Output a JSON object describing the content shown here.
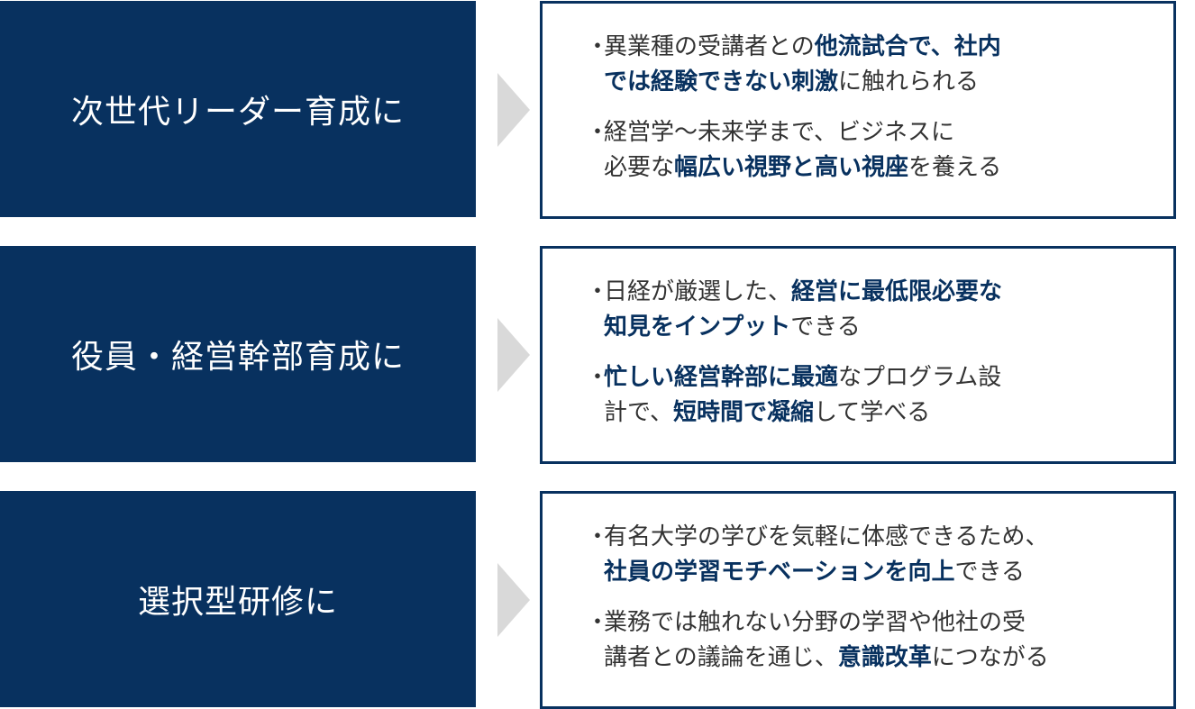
{
  "rows": [
    {
      "label": "次世代リーダー育成に",
      "bullets": [
        {
          "lines": [
            [
              {
                "t": "異業種の受講者との",
                "h": false
              },
              {
                "t": "他流試合で、社内",
                "h": true
              }
            ],
            [
              {
                "t": "では経験できない刺激",
                "h": true
              },
              {
                "t": "に触れられる",
                "h": false
              }
            ]
          ]
        },
        {
          "lines": [
            [
              {
                "t": "経営学〜未来学まで、ビジネスに",
                "h": false
              }
            ],
            [
              {
                "t": "必要な",
                "h": false
              },
              {
                "t": "幅広い視野と高い視座",
                "h": true
              },
              {
                "t": "を養える",
                "h": false
              }
            ]
          ]
        }
      ]
    },
    {
      "label": "役員・経営幹部育成に",
      "bullets": [
        {
          "lines": [
            [
              {
                "t": "日経が厳選した、",
                "h": false
              },
              {
                "t": "経営に最低限必要な",
                "h": true
              }
            ],
            [
              {
                "t": "知見をインプット",
                "h": true
              },
              {
                "t": "できる",
                "h": false
              }
            ]
          ]
        },
        {
          "lines": [
            [
              {
                "t": "忙しい経営幹部に最適",
                "h": true
              },
              {
                "t": "なプログラム設",
                "h": false
              }
            ],
            [
              {
                "t": "計で、",
                "h": false
              },
              {
                "t": "短時間で凝縮",
                "h": true
              },
              {
                "t": "して学べる",
                "h": false
              }
            ]
          ]
        }
      ]
    },
    {
      "label": "選択型研修に",
      "bullets": [
        {
          "lines": [
            [
              {
                "t": "有名大学の学びを気軽に体感できるため、",
                "h": false
              }
            ],
            [
              {
                "t": "社員の学習モチベーションを向上",
                "h": true
              },
              {
                "t": "できる",
                "h": false
              }
            ]
          ]
        },
        {
          "lines": [
            [
              {
                "t": "業務では触れない分野の学習や他社の受",
                "h": false
              }
            ],
            [
              {
                "t": "講者との議論を通じ、",
                "h": false
              },
              {
                "t": "意識改革",
                "h": true
              },
              {
                "t": "につながる",
                "h": false
              }
            ]
          ]
        }
      ]
    }
  ],
  "bullet_symbol": "・",
  "colors": {
    "navy": "#08315f",
    "arrow": "#d9d9d9",
    "text": "#333333"
  }
}
